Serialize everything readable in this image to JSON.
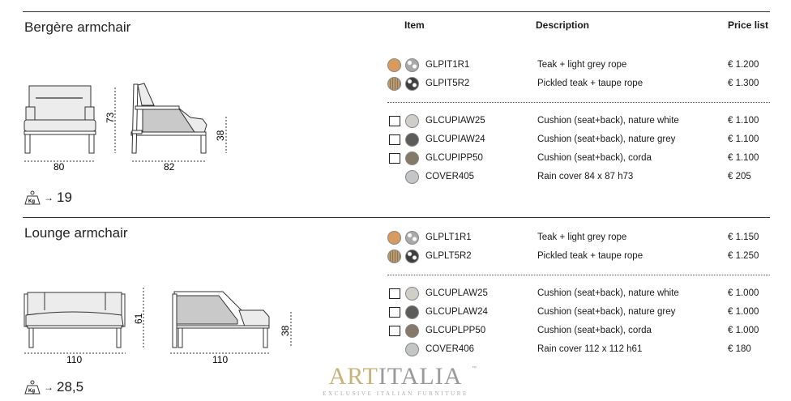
{
  "headers": {
    "item": "Item",
    "description": "Description",
    "price": "Price list"
  },
  "colors": {
    "teak": "#d99a5e",
    "pickled": "#b99b72",
    "rope_light": "#a9a9a9",
    "rope_taupe": "#3e3e3e",
    "white": "#cfcfc8",
    "grey": "#5c5d59",
    "corda": "#857a68",
    "cover": "#c3c5c7"
  },
  "sections": [
    {
      "title": "Bergère armchair",
      "dims": {
        "width": "80",
        "depth": "82",
        "height": "73",
        "seat": "38"
      },
      "weight": "19",
      "frames": [
        {
          "code": "GLPIT1R1",
          "description": "Teak + light grey rope",
          "price": "€ 1.200",
          "swatches": [
            "teak",
            "rope_light"
          ]
        },
        {
          "code": "GLPIT5R2",
          "description": "Pickled teak + taupe rope",
          "price": "€ 1.300",
          "swatches": [
            "pickled",
            "rope_taupe"
          ]
        }
      ],
      "cushions": [
        {
          "code": "GLCUPIAW25",
          "description": "Cushion (seat+back), nature white",
          "price": "€ 1.100",
          "swatch": "white",
          "cushion_icon": true
        },
        {
          "code": "GLCUPIAW24",
          "description": "Cushion (seat+back), nature grey",
          "price": "€ 1.100",
          "swatch": "grey",
          "cushion_icon": true
        },
        {
          "code": "GLCUPIPP50",
          "description": "Cushion (seat+back), corda",
          "price": "€ 1.100",
          "swatch": "corda",
          "cushion_icon": true
        },
        {
          "code": "COVER405",
          "description": "Rain cover 84 x 87 h73",
          "price": "€ 205",
          "swatch": "cover",
          "cushion_icon": false
        }
      ]
    },
    {
      "title": "Lounge armchair",
      "dims": {
        "width": "110",
        "depth": "110",
        "height": "61",
        "seat": "38"
      },
      "weight": "28,5",
      "frames": [
        {
          "code": "GLPLT1R1",
          "description": "Teak + light grey rope",
          "price": "€ 1.150",
          "swatches": [
            "teak",
            "rope_light"
          ]
        },
        {
          "code": "GLPLT5R2",
          "description": "Pickled teak + taupe rope",
          "price": "€ 1.250",
          "swatches": [
            "pickled",
            "rope_taupe"
          ]
        }
      ],
      "cushions": [
        {
          "code": "GLCUPLAW25",
          "description": "Cushion (seat+back), nature white",
          "price": "€ 1.000",
          "swatch": "white",
          "cushion_icon": true
        },
        {
          "code": "GLCUPLAW24",
          "description": "Cushion (seat+back), nature grey",
          "price": "€ 1.000",
          "swatch": "grey",
          "cushion_icon": true
        },
        {
          "code": "GLCUPLPP50",
          "description": "Cushion (seat+back), corda",
          "price": "€ 1.000",
          "swatch": "corda",
          "cushion_icon": true
        },
        {
          "code": "COVER406",
          "description": "Rain cover 112 x 112 h61",
          "price": "€ 180",
          "swatch": "cover",
          "cushion_icon": false
        }
      ]
    }
  ],
  "weight_icon": "kg-weight-icon",
  "weight_icon_label": "Kg",
  "arrow": "→",
  "logo": {
    "art": "ART",
    "italia": "ITALIA",
    "tm": "™",
    "tagline": "EXCLUSIVE ITALIAN FURNITURE"
  }
}
